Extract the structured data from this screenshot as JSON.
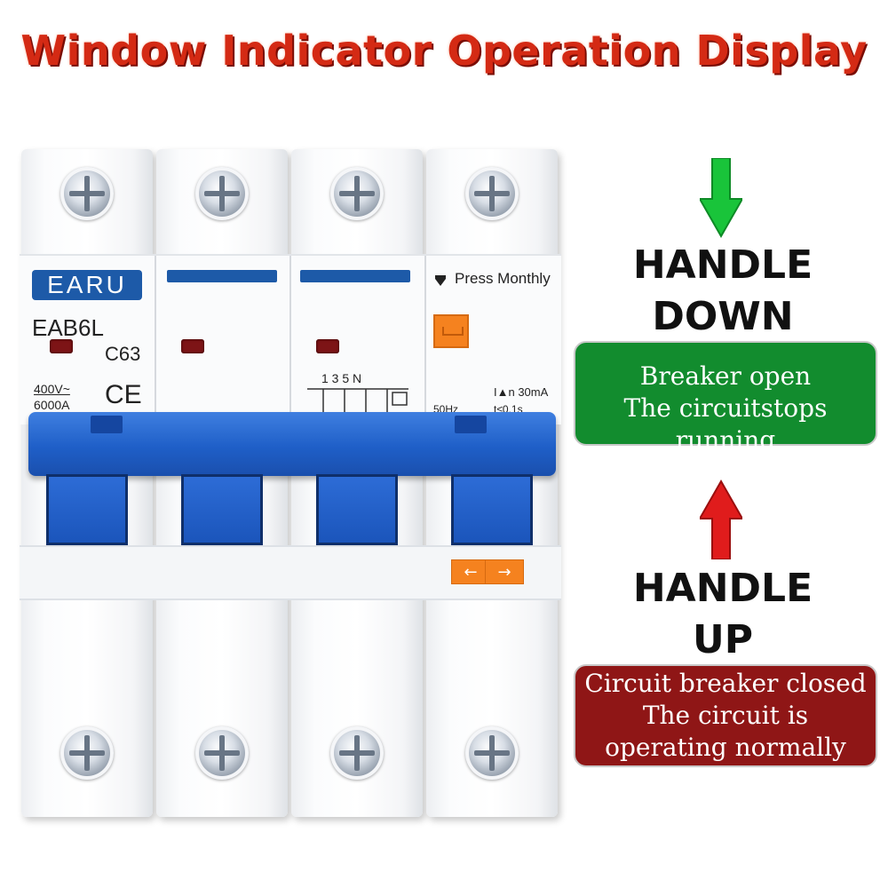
{
  "title": "Window Indicator Operation Display",
  "breaker": {
    "brand": "EARU",
    "model": "EAB6L",
    "curve": "C63",
    "voltage": "400V~",
    "breaking_capacity": "6000A",
    "ce_mark": "CE",
    "terminal_labels": "1  3  5  N",
    "test_label": "Press Monthly",
    "frequency": "50Hz",
    "residual_current": "I▲n 30mA",
    "trip_time": "t≤0.1s"
  },
  "states": {
    "down": {
      "heading_line1": "HANDLE",
      "heading_line2": "DOWN",
      "desc_line1": "Breaker open",
      "desc_line2": "The circuitstops running",
      "arrow_color": "#19c43a",
      "box_color": "#128c2e"
    },
    "up": {
      "heading_line1": "HANDLE",
      "heading_line2": "UP",
      "desc_line1": "Circuit breaker closed",
      "desc_line2": "The circuit is",
      "desc_line3": "operating normally",
      "arrow_color": "#e01c1c",
      "box_color": "#8f1616"
    }
  },
  "colors": {
    "title": "#d42a14",
    "handle_blue": "#1f5fc8",
    "test_button": "#f5821f"
  }
}
